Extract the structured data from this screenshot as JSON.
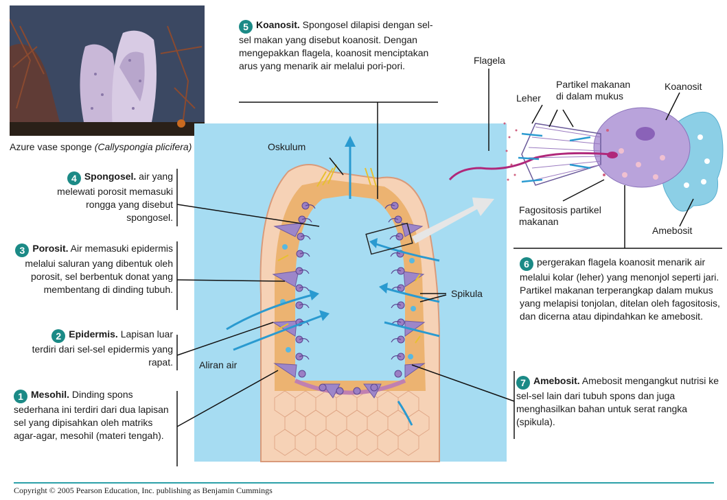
{
  "photo": {
    "caption_main": "Azure vase sponge ",
    "caption_italic": "(Callyspongia plicifera)"
  },
  "labels": {
    "koanosit": {
      "num": "5",
      "title": "Koanosit.",
      "body": " Spongosel dilapisi dengan sel-sel makan yang disebut koanosit. Dengan mengepakkan flagela, koanosit menciptakan arus yang menarik air melalui pori-pori."
    },
    "spongosel": {
      "num": "4",
      "title": "Spongosel.",
      "body": " air yang melewati porosit memasuki rongga yang disebut spongosel."
    },
    "porosit": {
      "num": "3",
      "title": "Porosit.",
      "body": " Air memasuki epidermis melalui saluran yang dibentuk oleh porosit, sel berbentuk donat yang membentang di dinding tubuh."
    },
    "epidermis": {
      "num": "2",
      "title": "Epidermis.",
      "body": " Lapisan luar terdiri dari sel-sel epidermis yang rapat."
    },
    "mesohil": {
      "num": "1",
      "title": "Mesohil.",
      "body": " Dinding spons sederhana ini terdiri dari dua lapisan sel yang dipisahkan oleh matriks agar-agar, mesohil (materi tengah)."
    },
    "flagela_desc": {
      "num": "6",
      "title": "",
      "body": "pergerakan flagela koanosit menarik air melalui kolar (leher) yang menonjol seperti jari. Partikel makanan terperangkap dalam mukus yang melapisi tonjolan, ditelan oleh fagositosis, dan dicerna atau dipindahkan ke amebosit."
    },
    "amebosit": {
      "num": "7",
      "title": "Amebosit.",
      "body": " Amebosit mengangkut nutrisi ke sel-sel lain dari tubuh spons dan juga menghasilkan bahan untuk serat rangka (spikula)."
    }
  },
  "diagram_labels": {
    "oskulum": "Oskulum",
    "spikula": "Spikula",
    "aliran_air": "Aliran air",
    "flagela": "Flagela",
    "leher": "Leher",
    "partikel": "Partikel makanan di dalam mukus",
    "koanosit": "Koanosit",
    "fagositosis": "Fagositosis partikel makanan",
    "amebosit": "Amebosit"
  },
  "copyright": "Copyright © 2005 Pearson Education, Inc. publishing as Benjamin Cummings",
  "colors": {
    "water": "#a6dcf2",
    "badge": "#1b8a86",
    "rule": "#2aa0a8",
    "cell": "#9b7fc4",
    "wall": "#f2c6a4",
    "amoebocyte": "#8ccfe6"
  }
}
